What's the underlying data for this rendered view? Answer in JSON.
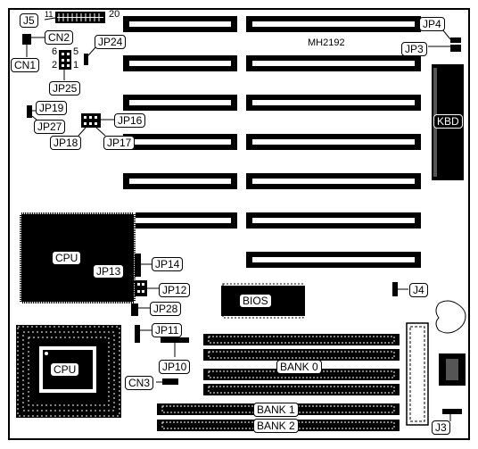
{
  "board": {
    "model": "MH2192",
    "labels": {
      "j5": "J5",
      "pin11": "11",
      "pin20": "20",
      "cn1": "CN1",
      "cn2": "CN2",
      "cn3": "CN3",
      "jp3": "JP3",
      "jp4": "JP4",
      "jp10": "JP10",
      "jp11": "JP11",
      "jp12": "JP12",
      "jp13": "JP13",
      "jp14": "JP14",
      "jp16": "JP16",
      "jp17": "JP17",
      "jp18": "JP18",
      "jp19": "JP19",
      "jp24": "JP24",
      "jp25": "JP25",
      "jp27": "JP27",
      "jp28": "JP28",
      "j3": "J3",
      "j4": "J4",
      "pin6": "6",
      "pin2": "2",
      "pin5": "5",
      "pin1": "1",
      "kbd": "KBD",
      "bios": "BIOS",
      "cpu_main": "CPU",
      "cpu_socket": "CPU",
      "bank0": "BANK 0",
      "bank1": "BANK 1",
      "bank2": "BANK 2"
    }
  }
}
